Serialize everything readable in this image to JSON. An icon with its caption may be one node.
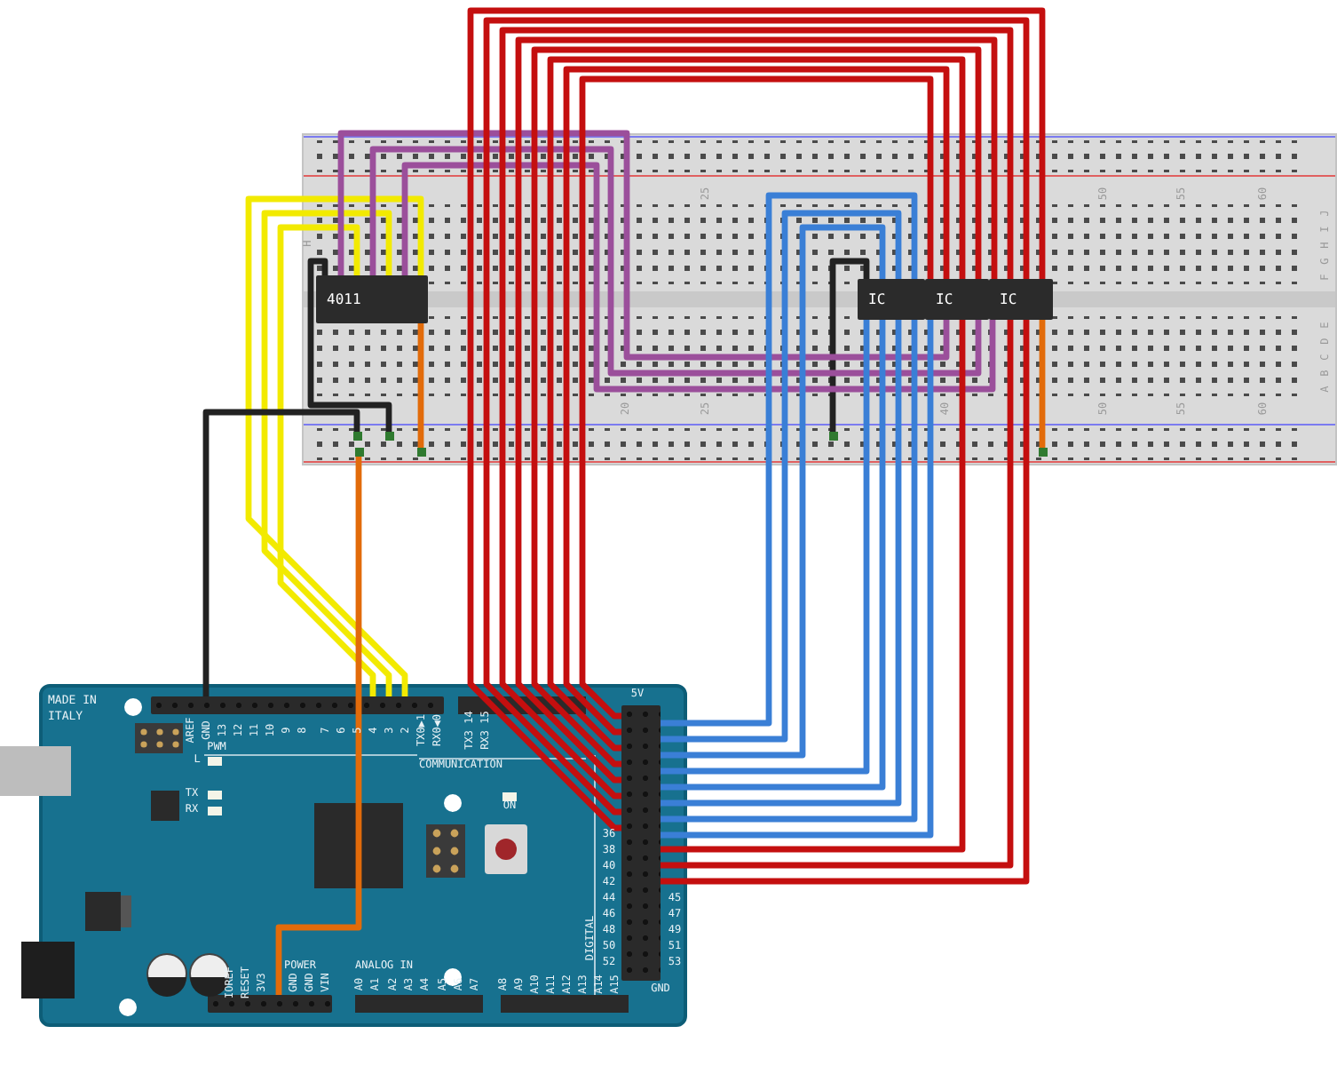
{
  "diagram": {
    "nodes": [
      {
        "text": [],
        "shape": "box"
      },
      {
        "text": [
          "4011"
        ],
        "in": 0
      },
      {
        "text": [
          "IC"
        ],
        "in": 0
      },
      {
        "text": [
          "IC"
        ],
        "in": 0
      },
      {
        "text": [
          "IC"
        ],
        "in": 0
      },
      {
        "text": [],
        "shape": "box",
        "in": 0
      },
      {
        "text": [],
        "shape": "box",
        "in": 0
      },
      {
        "text": [],
        "shape": "box",
        "in": 0
      },
      {
        "text": [],
        "shape": "box",
        "in": 0
      },
      {
        "text": [],
        "shape": "box",
        "in": 0
      },
      {
        "text": [],
        "shape": "box",
        "in": 0
      },
      {
        "text": [],
        "shape": "box"
      },
      {
        "text": [],
        "shape": "bar",
        "in": 11
      },
      {
        "text": [],
        "shape": "bar",
        "in": 11
      },
      {
        "text": [],
        "shape": "bar",
        "in": 11
      }
    ],
    "edges": [
      {
        "from": 12,
        "to": 1,
        "arrow": "none",
        "color": "#f2ea00"
      },
      {
        "from": 12,
        "to": 1,
        "arrow": "none",
        "color": "#f2ea00"
      },
      {
        "from": 12,
        "to": 1,
        "arrow": "none",
        "color": "#f2ea00"
      },
      {
        "from": 12,
        "to": 5,
        "arrow": "none",
        "color": "#222222"
      },
      {
        "from": 1,
        "to": 7,
        "arrow": "none",
        "color": "#222222"
      },
      {
        "from": 2,
        "to": 9,
        "arrow": "none",
        "color": "#222222"
      },
      {
        "from": 14,
        "to": 6,
        "arrow": "none",
        "color": "#e26b0a"
      },
      {
        "from": 1,
        "to": 8,
        "arrow": "none",
        "color": "#e26b0a"
      },
      {
        "from": 4,
        "to": 10,
        "arrow": "none",
        "color": "#e26b0a"
      },
      {
        "from": 1,
        "to": 3,
        "arrow": "none",
        "color": "#9b4f9b"
      },
      {
        "from": 1,
        "to": 3,
        "arrow": "none",
        "color": "#9b4f9b"
      },
      {
        "from": 1,
        "to": 4,
        "arrow": "none",
        "color": "#9b4f9b"
      },
      {
        "from": 13,
        "to": 4,
        "arrow": "none"
      },
      {
        "from": 13,
        "to": 4,
        "arrow": "none"
      },
      {
        "from": 13,
        "to": 4,
        "arrow": "none"
      },
      {
        "from": 13,
        "to": 4,
        "arrow": "none"
      },
      {
        "from": 13,
        "to": 3,
        "arrow": "none"
      },
      {
        "from": 13,
        "to": 3,
        "arrow": "none"
      },
      {
        "from": 13,
        "to": 3,
        "arrow": "none"
      },
      {
        "from": 13,
        "to": 3,
        "arrow": "none"
      },
      {
        "from": 13,
        "to": 2,
        "arrow": "none",
        "color": "#3a7fd6"
      },
      {
        "from": 13,
        "to": 2,
        "arrow": "none",
        "color": "#3a7fd6"
      },
      {
        "from": 13,
        "to": 2,
        "arrow": "none",
        "color": "#3a7fd6"
      },
      {
        "from": 13,
        "to": 2,
        "arrow": "none",
        "color": "#3a7fd6"
      },
      {
        "from": 13,
        "to": 2,
        "arrow": "none",
        "color": "#3a7fd6"
      },
      {
        "from": 13,
        "to": 2,
        "arrow": "none",
        "color": "#3a7fd6"
      },
      {
        "from": 13,
        "to": 2,
        "arrow": "none",
        "color": "#3a7fd6"
      },
      {
        "from": 13,
        "to": 3,
        "arrow": "none",
        "color": "#3a7fd6"
      },
      {
        "from": 13,
        "to": 3,
        "arrow": "none"
      },
      {
        "from": 13,
        "to": 4,
        "arrow": "none"
      },
      {
        "from": 13,
        "to": 4,
        "arrow": "none"
      }
    ],
    "labels": [
      "MADE IN ITALY",
      "AREF",
      "GND",
      "13",
      "12",
      "11",
      "10",
      "9",
      "8",
      "7",
      "6",
      "5",
      "4",
      "3",
      "2",
      "TX0▶1",
      "RX0◀0",
      "TX3 14",
      "RX3 15",
      "PWM",
      "COMMUNICATION",
      "L",
      "TX",
      "RX",
      "ON",
      "5V",
      "36",
      "38",
      "40",
      "42",
      "44",
      "46",
      "48",
      "50",
      "52",
      "45",
      "47",
      "49",
      "51",
      "53",
      "GND",
      "DIGITAL",
      "POWER",
      "IOREF",
      "RESET",
      "3V3",
      "GND",
      "GND",
      "VIN",
      "ANALOG IN",
      "A0",
      "A1",
      "A2",
      "A3",
      "A4",
      "A5",
      "A6",
      "A7",
      "A8",
      "A9",
      "A10",
      "A11",
      "A12",
      "A13",
      "A14",
      "A15",
      "25",
      "50",
      "55",
      "60",
      "20",
      "25",
      "40",
      "50",
      "55",
      "60",
      "H",
      "J",
      "I",
      "H",
      "G",
      "F",
      "E",
      "D",
      "C",
      "B",
      "A"
    ]
  }
}
